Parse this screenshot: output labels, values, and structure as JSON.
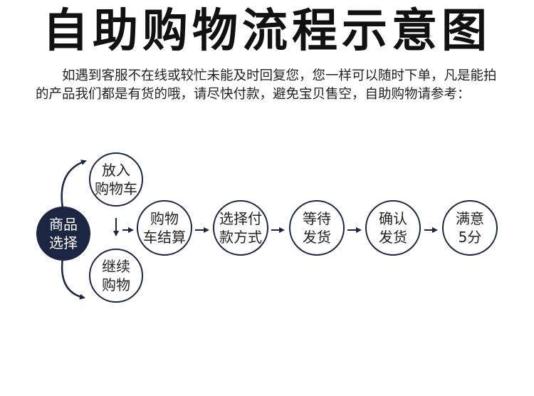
{
  "title": "自助购物流程示意图",
  "description": "如遇到客服不在线或较忙未能及时回复您，您一样可以随时下单，凡是能拍的产品我们都是有货的哦，请尽快付款，避免宝贝售空，自助购物请参考：",
  "colors": {
    "accent_fill": "#1c2541",
    "stroke": "#1c2541",
    "text": "#222222"
  },
  "flow": {
    "start": {
      "id": "select-product",
      "lines": [
        "商品",
        "选择"
      ]
    },
    "branches": [
      {
        "id": "add-to-cart",
        "lines": [
          "放入",
          "购物车"
        ]
      },
      {
        "id": "continue-shopping",
        "lines": [
          "继续",
          "购物"
        ]
      }
    ],
    "steps": [
      {
        "id": "cart-checkout",
        "lines": [
          "购物",
          "车结算"
        ]
      },
      {
        "id": "payment-method",
        "lines": [
          "选择付",
          "款方式"
        ]
      },
      {
        "id": "wait-shipping",
        "lines": [
          "等待",
          "发货"
        ]
      },
      {
        "id": "confirm-delivery",
        "lines": [
          "确认",
          "发货"
        ]
      },
      {
        "id": "five-star",
        "lines": [
          "满意",
          "5分"
        ]
      }
    ]
  }
}
